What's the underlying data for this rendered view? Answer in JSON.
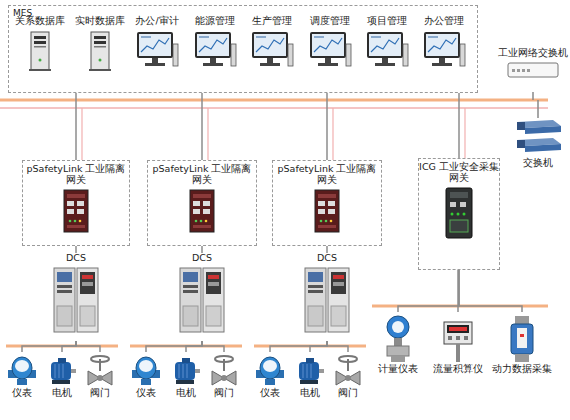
{
  "diagram": {
    "nodes": [
      {
        "text": [
          "MES"
        ]
      },
      {
        "text": [
          "关系数据库"
        ],
        "in": 0
      },
      {
        "text": [
          "实时数据库"
        ],
        "in": 0
      },
      {
        "text": [
          "办公/审计"
        ],
        "in": 0
      },
      {
        "text": [
          "能源管理"
        ],
        "in": 0
      },
      {
        "text": [
          "生产管理"
        ],
        "in": 0
      },
      {
        "text": [
          "调度管理"
        ],
        "in": 0
      },
      {
        "text": [
          "项目管理"
        ],
        "in": 0
      },
      {
        "text": [
          "办公管理"
        ],
        "in": 0
      },
      {
        "text": [
          "工业网络交换机"
        ]
      },
      {
        "text": [
          "交换机"
        ]
      },
      {
        "text": [
          "pSafetyLink 工业隔离网关"
        ]
      },
      {
        "text": [
          "pSafetyLink 工业隔离网关"
        ]
      },
      {
        "text": [
          "pSafetyLink 工业隔离网关"
        ]
      },
      {
        "text": [
          "DCS"
        ]
      },
      {
        "text": [
          "DCS"
        ]
      },
      {
        "text": [
          "DCS"
        ]
      },
      {
        "text": [
          "ICG 工业安全采集网关"
        ]
      },
      {
        "text": [
          "仪表"
        ]
      },
      {
        "text": [
          "电机"
        ]
      },
      {
        "text": [
          "阀门"
        ]
      },
      {
        "text": [
          "仪表"
        ]
      },
      {
        "text": [
          "电机"
        ]
      },
      {
        "text": [
          "阀门"
        ]
      },
      {
        "text": [
          "仪表"
        ]
      },
      {
        "text": [
          "电机"
        ]
      },
      {
        "text": [
          "阀门"
        ]
      },
      {
        "text": [
          "计量仪表"
        ]
      },
      {
        "text": [
          "流量积算仪"
        ]
      },
      {
        "text": [
          "动力数据采集"
        ]
      }
    ],
    "edges": [
      {
        "from": 0,
        "to": 11,
        "arrow": "none"
      },
      {
        "from": 0,
        "to": 12,
        "arrow": "none"
      },
      {
        "from": 0,
        "to": 13,
        "arrow": "none"
      },
      {
        "from": 0,
        "to": 17,
        "arrow": "none"
      },
      {
        "from": 11,
        "to": 14,
        "arrow": "none"
      },
      {
        "from": 12,
        "to": 15,
        "arrow": "none"
      },
      {
        "from": 13,
        "to": 16,
        "arrow": "none"
      },
      {
        "from": 14,
        "to": 18,
        "arrow": "none"
      },
      {
        "from": 14,
        "to": 19,
        "arrow": "none"
      },
      {
        "from": 14,
        "to": 20,
        "arrow": "none"
      },
      {
        "from": 15,
        "to": 21,
        "arrow": "none"
      },
      {
        "from": 15,
        "to": 22,
        "arrow": "none"
      },
      {
        "from": 15,
        "to": 23,
        "arrow": "none"
      },
      {
        "from": 16,
        "to": 24,
        "arrow": "none"
      },
      {
        "from": 16,
        "to": 25,
        "arrow": "none"
      },
      {
        "from": 16,
        "to": 26,
        "arrow": "none"
      },
      {
        "from": 17,
        "to": 27,
        "arrow": "none"
      },
      {
        "from": 17,
        "to": 28,
        "arrow": "none"
      },
      {
        "from": 17,
        "to": 29,
        "arrow": "none"
      }
    ]
  }
}
